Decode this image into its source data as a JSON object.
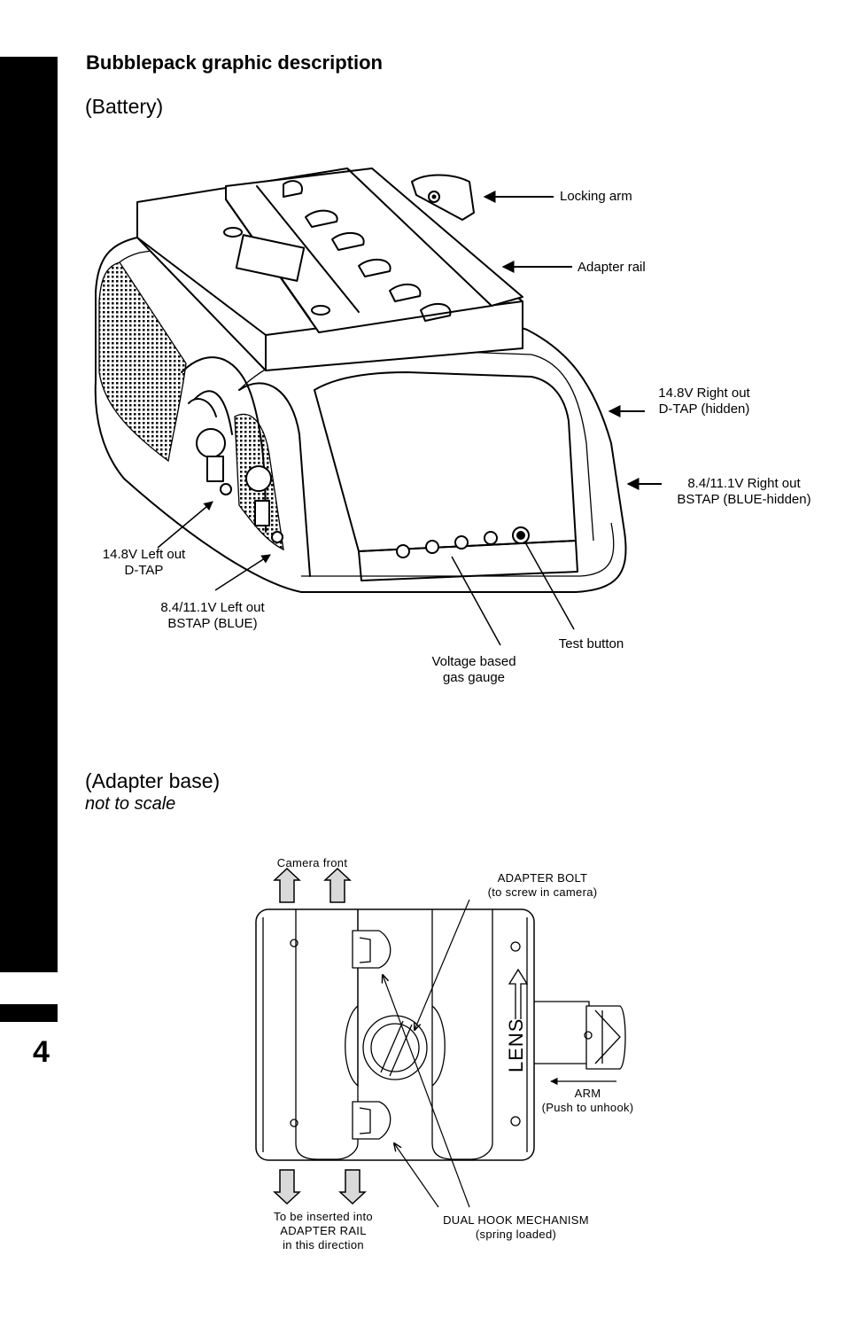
{
  "page": {
    "number": "4"
  },
  "heading": "Bubblepack graphic description",
  "battery": {
    "subtitle": "(Battery)",
    "labels": {
      "locking_arm": "Locking arm",
      "adapter_rail": "Adapter rail",
      "right_dtap_1": "14.8V Right out",
      "right_dtap_2": "D-TAP (hidden)",
      "right_bstap_1": "8.4/11.1V Right out",
      "right_bstap_2": "BSTAP (BLUE-hidden)",
      "left_dtap_1": "14.8V Left out",
      "left_dtap_2": "D-TAP",
      "left_bstap_1": "8.4/11.1V Left out",
      "left_bstap_2": "BSTAP (BLUE)",
      "test_button": "Test button",
      "gauge_1": "Voltage based",
      "gauge_2": "gas gauge"
    }
  },
  "adapter": {
    "subtitle": "(Adapter base)",
    "note": "not to scale",
    "labels": {
      "camera_front": "Camera front",
      "bolt_1": "ADAPTER BOLT",
      "bolt_2": "(to screw in camera)",
      "lens": "LENS",
      "arm_1": "ARM",
      "arm_2": "(Push to unhook)",
      "insert_1": "To be inserted into",
      "insert_2": "ADAPTER RAIL",
      "insert_3": "in this direction",
      "hook_1": "DUAL HOOK MECHANISM",
      "hook_2": "(spring loaded)"
    }
  }
}
